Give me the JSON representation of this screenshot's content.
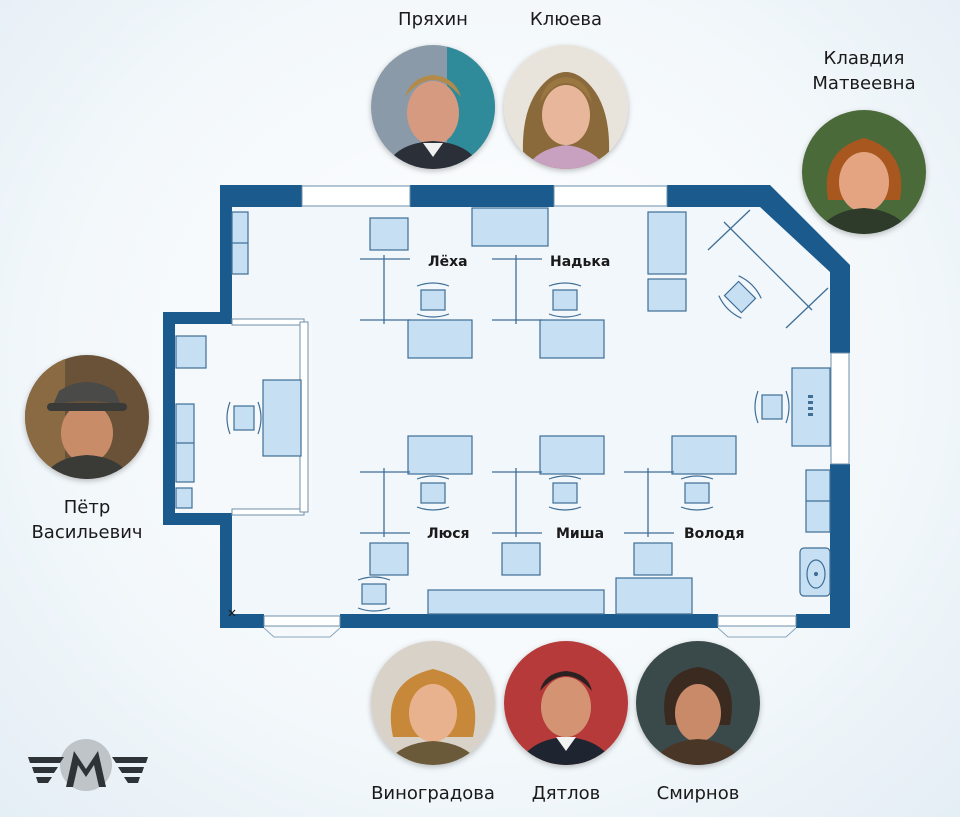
{
  "colors": {
    "wall": "#1b5a8c",
    "floor": "#f2f7fb",
    "furniture": "#c7dff3",
    "furniture_stroke": "#3f6e96"
  },
  "people": {
    "pryakhin": "Пряхин",
    "klyueva": "Клюева",
    "klavdia_line1": "Клавдия",
    "klavdia_line2": "Матвеевна",
    "petr_line1": "Пётр",
    "petr_line2": "Васильевич",
    "vinogradova": "Виноградова",
    "dyatlov": "Дятлов",
    "smirnov": "Смирнов"
  },
  "desk_labels": {
    "lekha": "Лёха",
    "nadka": "Надька",
    "lyusya": "Люся",
    "misha": "Миша",
    "volodya": "Володя"
  },
  "icons": {
    "logo": "company-logo",
    "portraits": "portrait-photo"
  }
}
